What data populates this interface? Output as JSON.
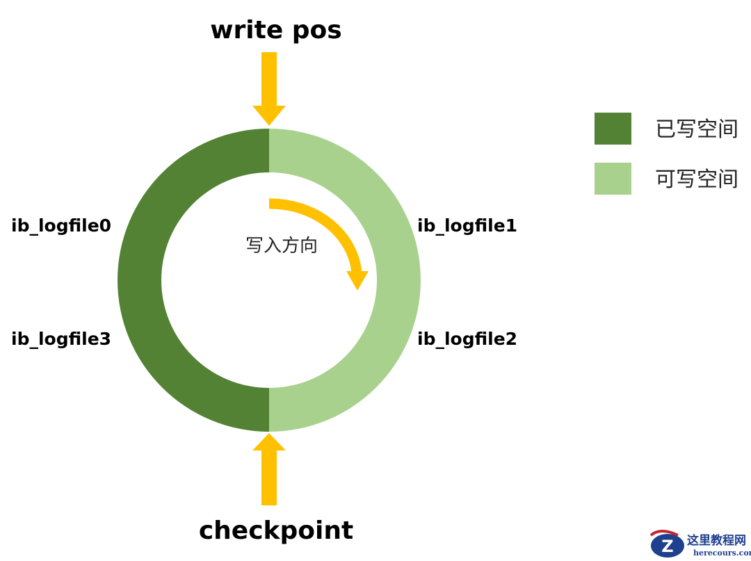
{
  "labels": {
    "write_pos": "write pos",
    "checkpoint": "checkpoint",
    "direction": "写入方向",
    "files": [
      "ib_logfile0",
      "ib_logfile1",
      "ib_logfile2",
      "ib_logfile3"
    ]
  },
  "legend": [
    {
      "label": "已写空间",
      "color": "#548235"
    },
    {
      "label": "可写空间",
      "color": "#A9D18E"
    }
  ],
  "colors": {
    "arrow": "#FFC000",
    "written": "#548235",
    "writable": "#A9D18E"
  },
  "watermark": {
    "title": "这里教程网",
    "url": "herecours.com"
  }
}
